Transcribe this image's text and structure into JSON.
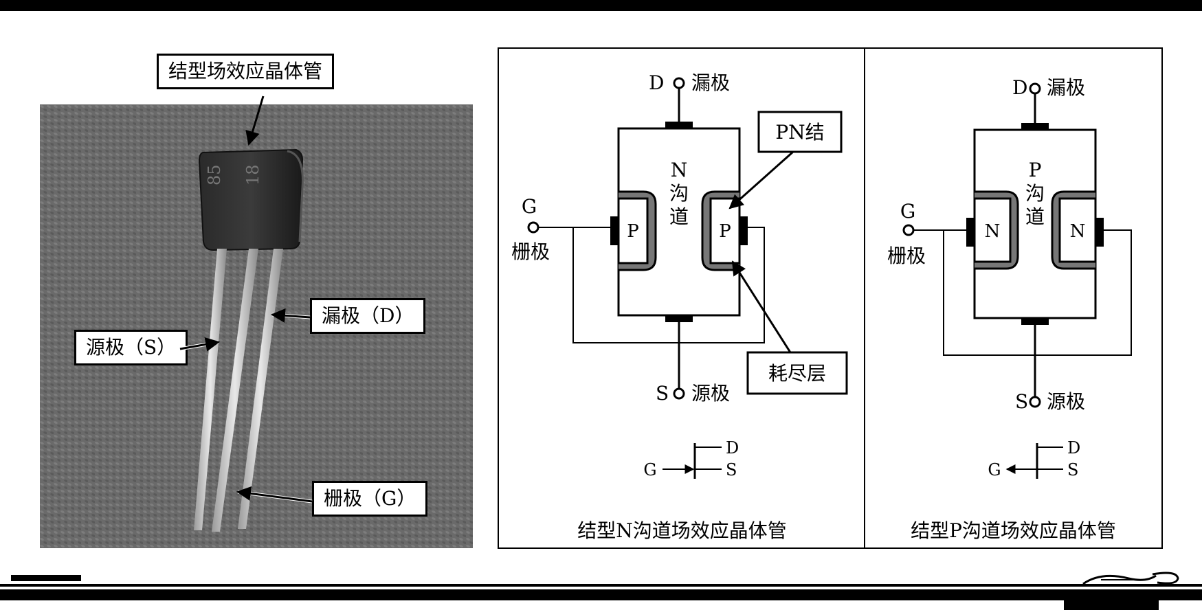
{
  "photo": {
    "title_label": "结型场效应晶体管",
    "drain_label": "漏极（D）",
    "source_label": "源极（S）",
    "gate_label": "栅极（G）"
  },
  "n_channel": {
    "drain_pin": "D",
    "drain_name": "漏极",
    "gate_pin": "G",
    "gate_name": "栅极",
    "source_pin": "S",
    "source_name": "源极",
    "channel_chars": [
      "N",
      "沟",
      "道"
    ],
    "region_left": "P",
    "region_right": "P",
    "pn_label": "PN结",
    "depletion_label": "耗尽层",
    "symbol_d": "D",
    "symbol_s": "S",
    "symbol_g": "G",
    "caption": "结型N沟道场效应晶体管"
  },
  "p_channel": {
    "drain_pin": "D",
    "drain_name": "漏极",
    "gate_pin": "G",
    "gate_name": "栅极",
    "source_pin": "S",
    "source_name": "源极",
    "channel_chars": [
      "P",
      "沟",
      "道"
    ],
    "region_left": "N",
    "region_right": "N",
    "symbol_d": "D",
    "symbol_s": "S",
    "symbol_g": "G",
    "caption": "结型P沟道场效应晶体管"
  }
}
